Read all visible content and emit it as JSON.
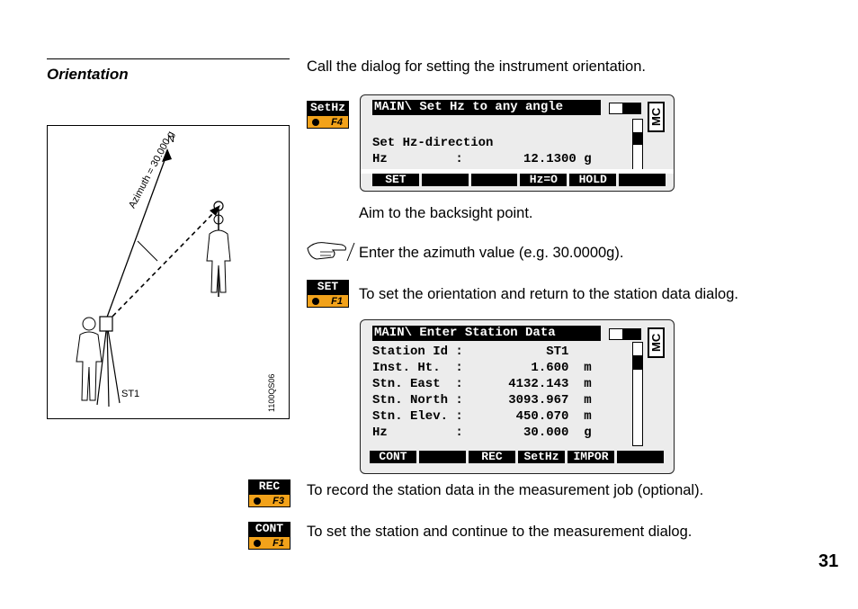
{
  "section": {
    "heading": "Orientation",
    "intro": "Call the dialog for setting the instrument orientation."
  },
  "figure": {
    "north_label": "N",
    "azimuth_label": "Azimuth = 30.000 g",
    "station_label": "ST1",
    "figure_id": "1100QS06"
  },
  "screen1": {
    "title": "MAIN\\ Set Hz to any angle",
    "mode": "MC",
    "lines": [
      "",
      "Set Hz-direction",
      "Hz         :        12.1300 g"
    ],
    "fkeys": [
      "SET",
      "",
      "",
      "Hz=O",
      "HOLD",
      ""
    ]
  },
  "keys": {
    "sethz": {
      "label": "SetHz",
      "fn": "F4"
    },
    "set": {
      "label": "SET",
      "fn": "F1"
    },
    "rec": {
      "label": "REC",
      "fn": "F3"
    },
    "cont": {
      "label": "CONT",
      "fn": "F1"
    }
  },
  "steps": {
    "aim": "Aim to the backsight point.",
    "enter": "Enter the azimuth value (e.g. 30.0000g).",
    "set": "To set the orientation and return to the station data dialog.",
    "rec": "To record the station data in the measurement job (optional).",
    "cont": "To set the station and continue to the measurement dialog."
  },
  "screen2": {
    "title": "MAIN\\ Enter Station Data",
    "mode": "MC",
    "lines": [
      "Station Id :           ST1",
      "Inst. Ht.  :         1.600  m",
      "Stn. East  :      4132.143  m",
      "Stn. North :      3093.967  m",
      "Stn. Elev. :       450.070  m",
      "Hz         :        30.000  g"
    ],
    "fkeys": [
      "CONT",
      "",
      "REC",
      "SetHz",
      "IMPOR",
      ""
    ]
  },
  "page_number": "31"
}
